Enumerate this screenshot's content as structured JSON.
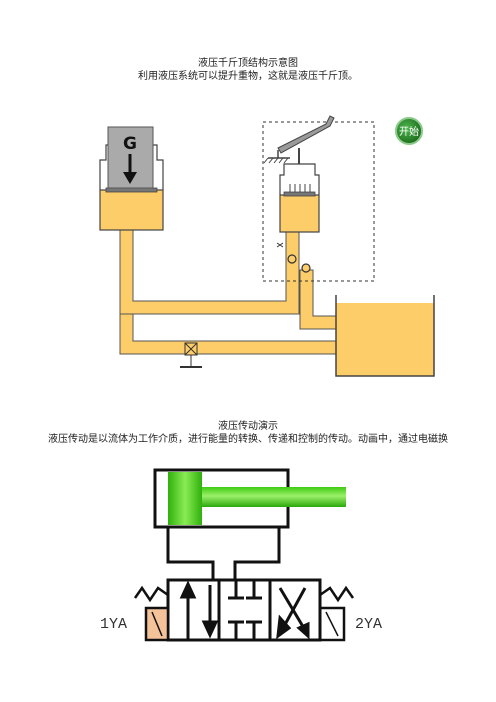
{
  "section1": {
    "title": "液压千斤顶结构示意图",
    "subtitle": "利用液压系统可以提升重物，这就是液压千斤顶。",
    "weight_label": "G",
    "start_button": "开始"
  },
  "section2": {
    "title": "液压传动演示",
    "subtitle": "液压传动是以流体为工作介质，进行能量的转换、传递和控制的传动。动画中，通过电磁换",
    "solenoid_left": "1YA",
    "solenoid_right": "2YA"
  },
  "colors": {
    "oil": "#FDCD69",
    "cylinder_green": "#47D61C",
    "start_green": "#2E8B2E",
    "solenoid": "#F4C39A"
  }
}
